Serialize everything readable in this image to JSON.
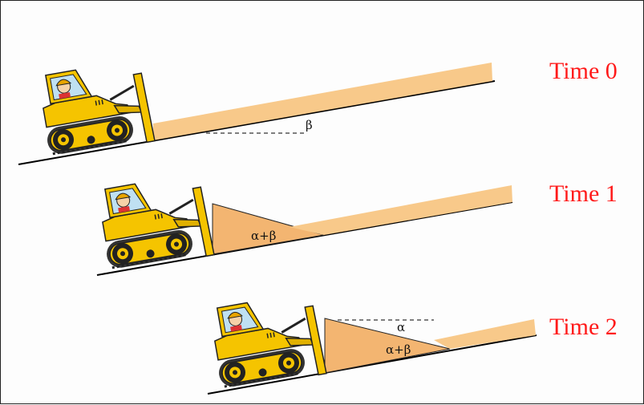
{
  "title": "",
  "panels": [
    {
      "time_label": "Time 0",
      "angle_labels": [
        "β"
      ]
    },
    {
      "time_label": "Time 1",
      "angle_labels": [
        "α+β"
      ]
    },
    {
      "time_label": "Time 2",
      "angle_labels": [
        "α",
        "α+β"
      ]
    }
  ],
  "colors": {
    "time_label": "#ff1a1a",
    "soil": "#f8c98a",
    "soil_wedge": "#f3b571",
    "bulldozer_body": "#f5c400",
    "ground_line": "#000000",
    "operator_helmet": "#e8a400"
  },
  "icons": [
    "bulldozer-icon",
    "operator-icon"
  ]
}
